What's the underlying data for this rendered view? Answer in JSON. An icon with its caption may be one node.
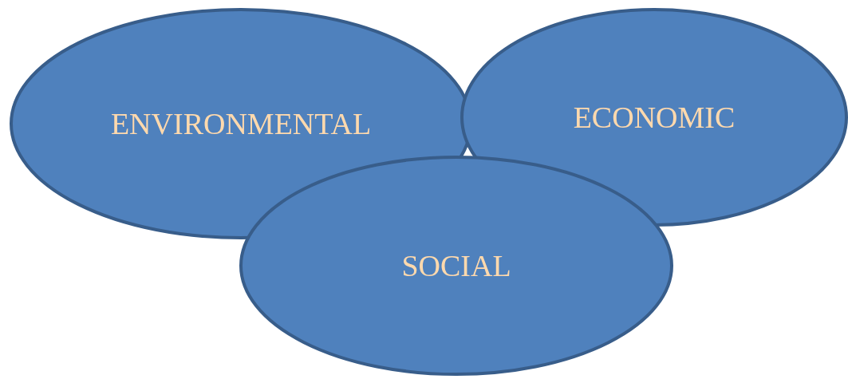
{
  "diagram": {
    "nodes": [
      {
        "text": [
          "ENVIRONMENTAL"
        ]
      },
      {
        "text": [
          "ECONOMIC"
        ]
      },
      {
        "text": [
          "SOCIAL"
        ]
      }
    ],
    "edges": []
  }
}
